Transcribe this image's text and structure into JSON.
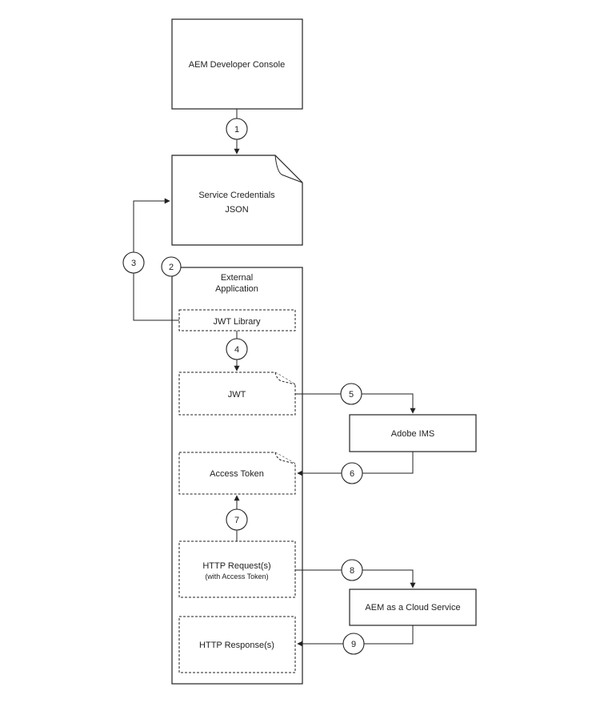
{
  "nodes": {
    "developer_console": "AEM Developer Console",
    "service_credentials": [
      "Service Credentials",
      "JSON"
    ],
    "external_application": [
      "External",
      "Application"
    ],
    "jwt_library": "JWT Library",
    "jwt": "JWT",
    "adobe_ims": "Adobe IMS",
    "access_token": "Access Token",
    "http_request": "HTTP Request(s)",
    "http_request_note": "(with Access Token)",
    "aem_cloud_service": "AEM as a Cloud Service",
    "http_response": "HTTP Response(s)"
  },
  "steps": [
    "1",
    "2",
    "3",
    "4",
    "5",
    "6",
    "7",
    "8",
    "9"
  ],
  "colors": {
    "stroke": "#222222",
    "background": "#ffffff"
  }
}
